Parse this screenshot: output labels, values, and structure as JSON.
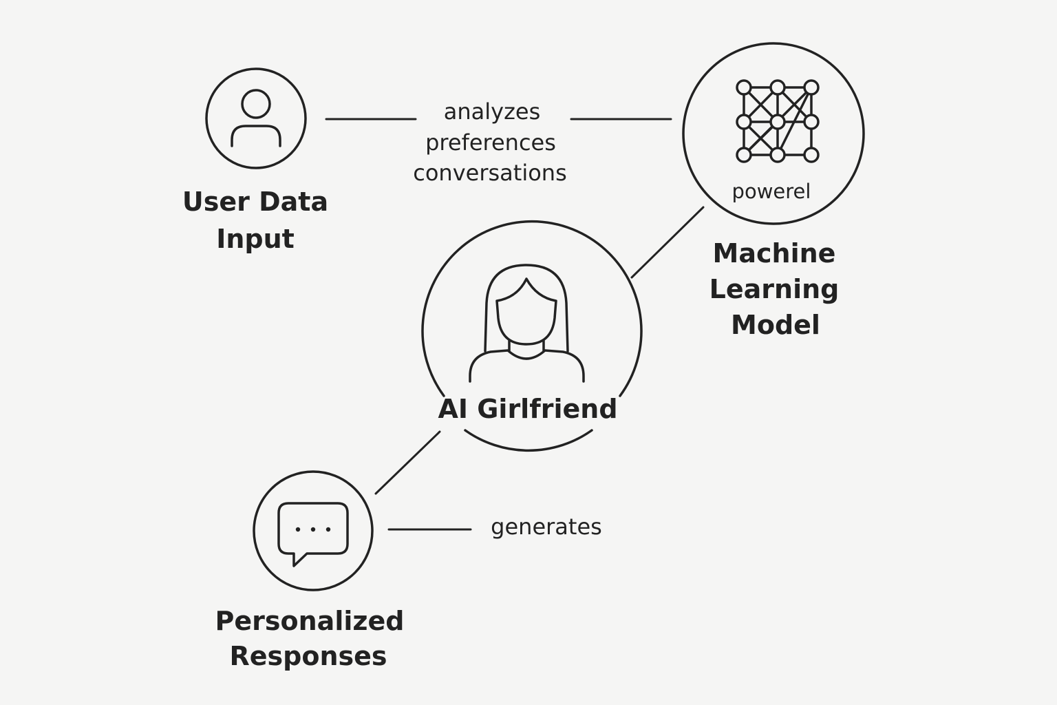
{
  "nodes": {
    "user": {
      "label_line1": "User Data",
      "label_line2": "Input",
      "icon": "user-icon"
    },
    "ml": {
      "label_line1": "Machine",
      "label_line2": "Learning",
      "label_line3": "Model",
      "inner_text": "powerel",
      "icon": "neural-network-icon"
    },
    "ai": {
      "label": "AI Girlfriend",
      "icon": "woman-avatar-icon"
    },
    "responses": {
      "label_line1": "Personalized",
      "label_line2": "Responses",
      "icon": "chat-bubble-icon"
    }
  },
  "edges": {
    "user_to_ml": {
      "line1": "analyzes",
      "line2": "preferences",
      "line3": "conversations"
    },
    "responses": {
      "label": "generates"
    }
  },
  "colors": {
    "stroke": "#222222",
    "background": "#f5f5f4"
  }
}
